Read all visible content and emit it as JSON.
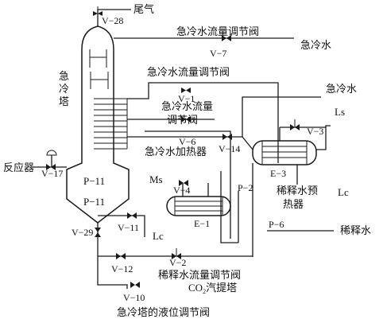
{
  "labels": {
    "tail_gas": "尾气",
    "v28": "V−28",
    "quench_water_flow_valve_top": "急冷水流量调节阀",
    "quench_water_top": "急冷水",
    "v7": "V−7",
    "quench_water_flow_valve_mid": "急冷水流量调节阀",
    "quench_water_right": "急冷水",
    "tower_name": "急冷塔",
    "v1": "V−1",
    "quench_water_flow_valve_inner_1": "急冷水流量",
    "quench_water_flow_valve_inner_2": "调节阀",
    "ls": "Ls",
    "v6": "V−6",
    "v3": "V−3",
    "quench_water_heater": "急冷水加热器",
    "v14": "V−14",
    "reactor": "反应器",
    "v17": "V−17",
    "e3": "E−3",
    "p11_a": "P−11",
    "p11_b": "P−11",
    "ms": "Ms",
    "v4": "V−4",
    "p2": "P−2",
    "dilution_preheater_1": "稀释水预",
    "dilution_preheater_2": "热器",
    "lc_right": "Lc",
    "e1": "E−1",
    "v11": "V−11",
    "p6": "P−6",
    "dilution_water": "稀释水",
    "v29": "V−29",
    "lc_bottom": "Lc",
    "v12": "V−12",
    "v2": "V−2",
    "dilution_flow_valve": "稀释水流量调节阀",
    "co2_stripper_prefix": "CO",
    "co2_stripper_sub": "2",
    "co2_stripper_suffix": "汽提塔",
    "v10": "V−10",
    "tower_level_valve": "急冷塔的液位调节阀"
  }
}
